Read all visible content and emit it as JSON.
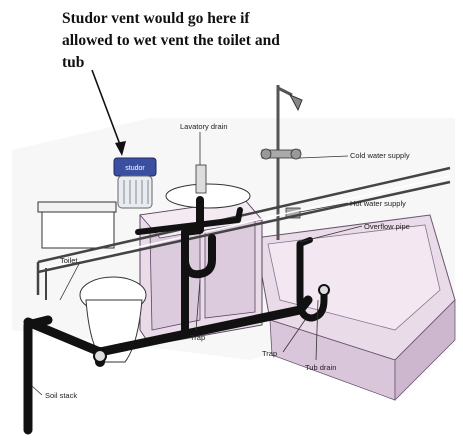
{
  "caption": {
    "line1": "Studor vent would go here if",
    "line2": "allowed to wet vent the toilet and",
    "line3": "tub"
  },
  "vent_product_label": "studor",
  "labels": {
    "lavatory_drain": "Lavatory drain",
    "cold_water_supply": "Cold water supply",
    "hot_water_supply": "Hot water supply",
    "overflow_pipe": "Overflow pipe",
    "toilet_part": "Toilet ",
    "trap_lav": "Trap",
    "trap_tub": "Trap",
    "tub_drain": "Tub drain",
    "soil_stack": "Soil stack"
  },
  "colors": {
    "pipe_black": "#111111",
    "fixture_pink": "#e9dbe8",
    "fixture_shadow": "#cdb7cf",
    "tile_white": "#f6f6f6",
    "vent_blue": "#3b4fa0"
  }
}
